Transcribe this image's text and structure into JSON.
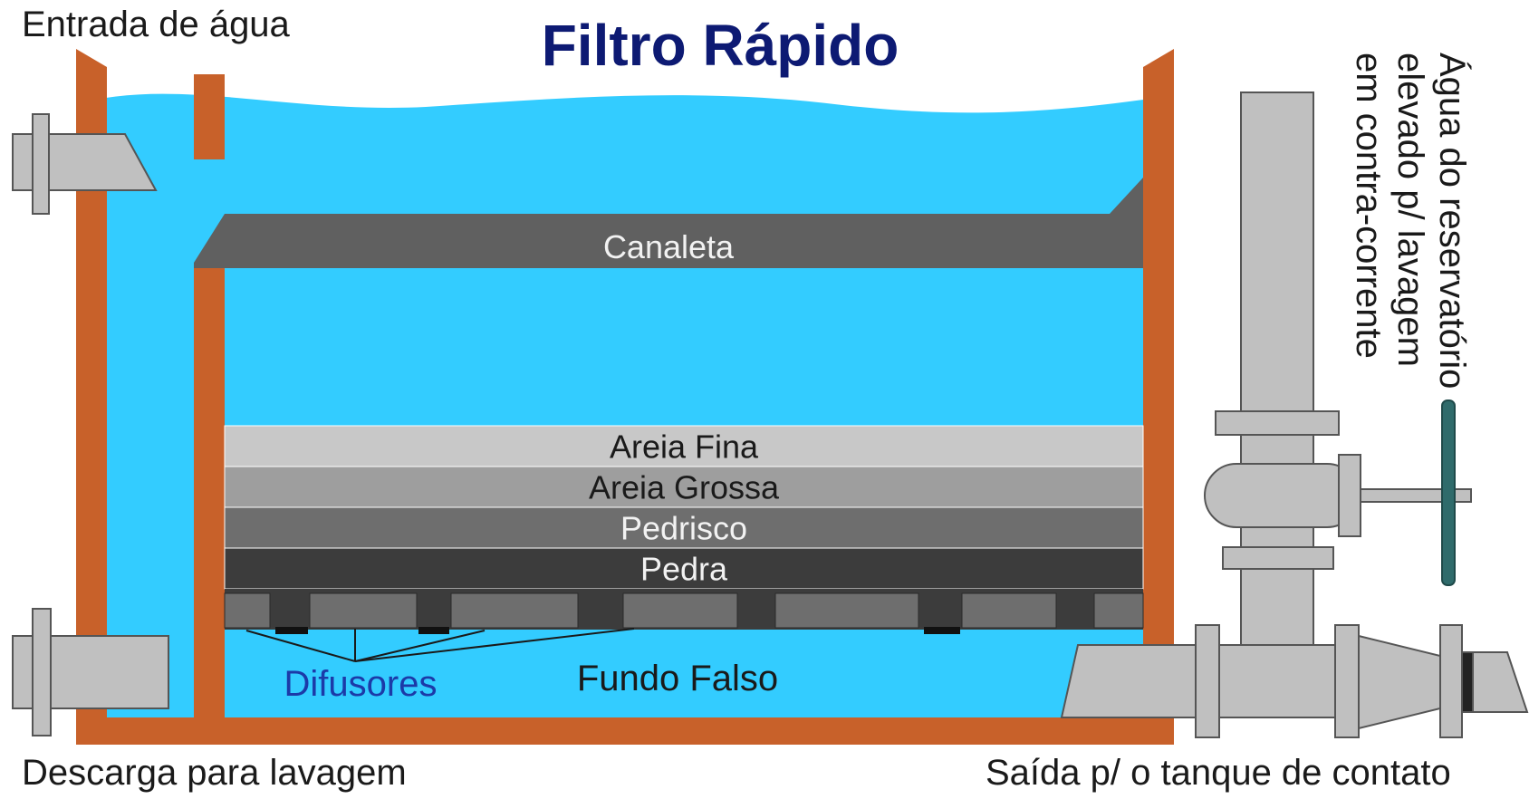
{
  "title": "Filtro Rápido",
  "labels": {
    "inlet": "Entrada de água",
    "drain": "Descarga para lavagem",
    "outlet": "Saída p/ o tanque de contato",
    "canal": "Canaleta",
    "false_bottom": "Fundo Falso",
    "diffusers": "Difusores",
    "backwash": [
      "Água do reservatório",
      "elevado p/ lavagem",
      "em contra-corrente"
    ]
  },
  "layers": [
    {
      "name": "Areia Fina",
      "color": "#c8c8c8",
      "text_color": "#1a1a1a"
    },
    {
      "name": "Areia Grossa",
      "color": "#9e9e9e",
      "text_color": "#1a1a1a"
    },
    {
      "name": "Pedrisco",
      "color": "#6e6e6e",
      "text_color": "#f2f2f2"
    },
    {
      "name": "Pedra",
      "color": "#3c3c3c",
      "text_color": "#f2f2f2"
    }
  ],
  "colors": {
    "water": "#33ccff",
    "tank_wall": "#c8612a",
    "pipe": "#c0c0c0",
    "pipe_stroke": "#555555",
    "canal": "#606060",
    "title": "#0d1a73",
    "diffuser_text": "#1c3aa8",
    "valve_handle": "#2f6b6b"
  }
}
